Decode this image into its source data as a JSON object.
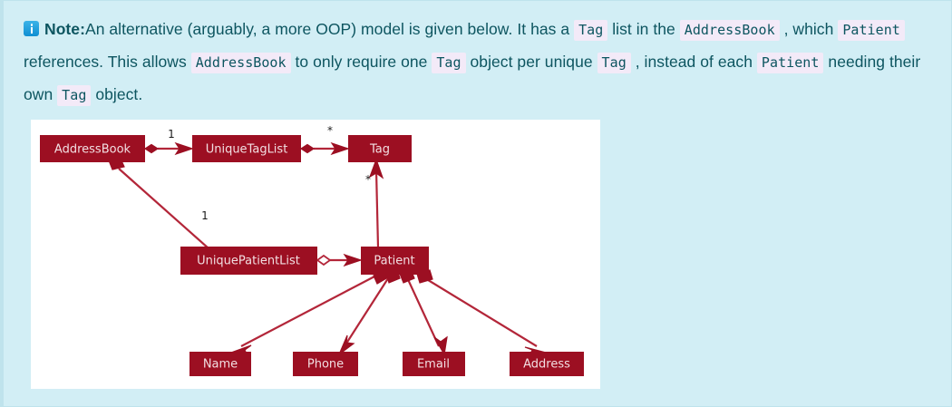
{
  "callout": {
    "type": "note",
    "icon": "info-icon",
    "label": "Note:",
    "bg_color": "#d2eef5",
    "text_color": "#0d5560",
    "code_bg_color": "#f3eaf8",
    "icon_color": "#1f9ad6",
    "segments": [
      {
        "kind": "text",
        "value": "An alternative (arguably, a more OOP) model is given below. It has a "
      },
      {
        "kind": "code",
        "value": "Tag"
      },
      {
        "kind": "text",
        "value": " list in the "
      },
      {
        "kind": "code",
        "value": "AddressBook"
      },
      {
        "kind": "text",
        "value": ", which "
      },
      {
        "kind": "code",
        "value": "Patient"
      },
      {
        "kind": "text",
        "value": " references. This allows "
      },
      {
        "kind": "code",
        "value": "AddressBook"
      },
      {
        "kind": "text",
        "value": " to only require one "
      },
      {
        "kind": "code",
        "value": "Tag"
      },
      {
        "kind": "text",
        "value": " object per unique "
      },
      {
        "kind": "code",
        "value": "Tag"
      },
      {
        "kind": "text",
        "value": ", instead of each "
      },
      {
        "kind": "code",
        "value": "Patient"
      },
      {
        "kind": "text",
        "value": " needing their own "
      },
      {
        "kind": "code",
        "value": "Tag"
      },
      {
        "kind": "text",
        "value": " object."
      }
    ]
  },
  "diagram": {
    "title": "UML class diagram",
    "panel_bg": "#ffffff",
    "box_fill": "#9c0f22",
    "box_text_color": "#f2dfe2",
    "line_color": "#b32639",
    "classes": {
      "address_book": "AddressBook",
      "unique_tag_list": "UniqueTagList",
      "tag": "Tag",
      "unique_patient_list": "UniquePatientList",
      "patient": "Patient",
      "name": "Name",
      "phone": "Phone",
      "email": "Email",
      "address": "Address"
    },
    "multiplicities": {
      "ab_to_utl": "1",
      "utl_to_tag": "*",
      "ab_to_upl": "1",
      "patient_to_tag": "*"
    }
  }
}
